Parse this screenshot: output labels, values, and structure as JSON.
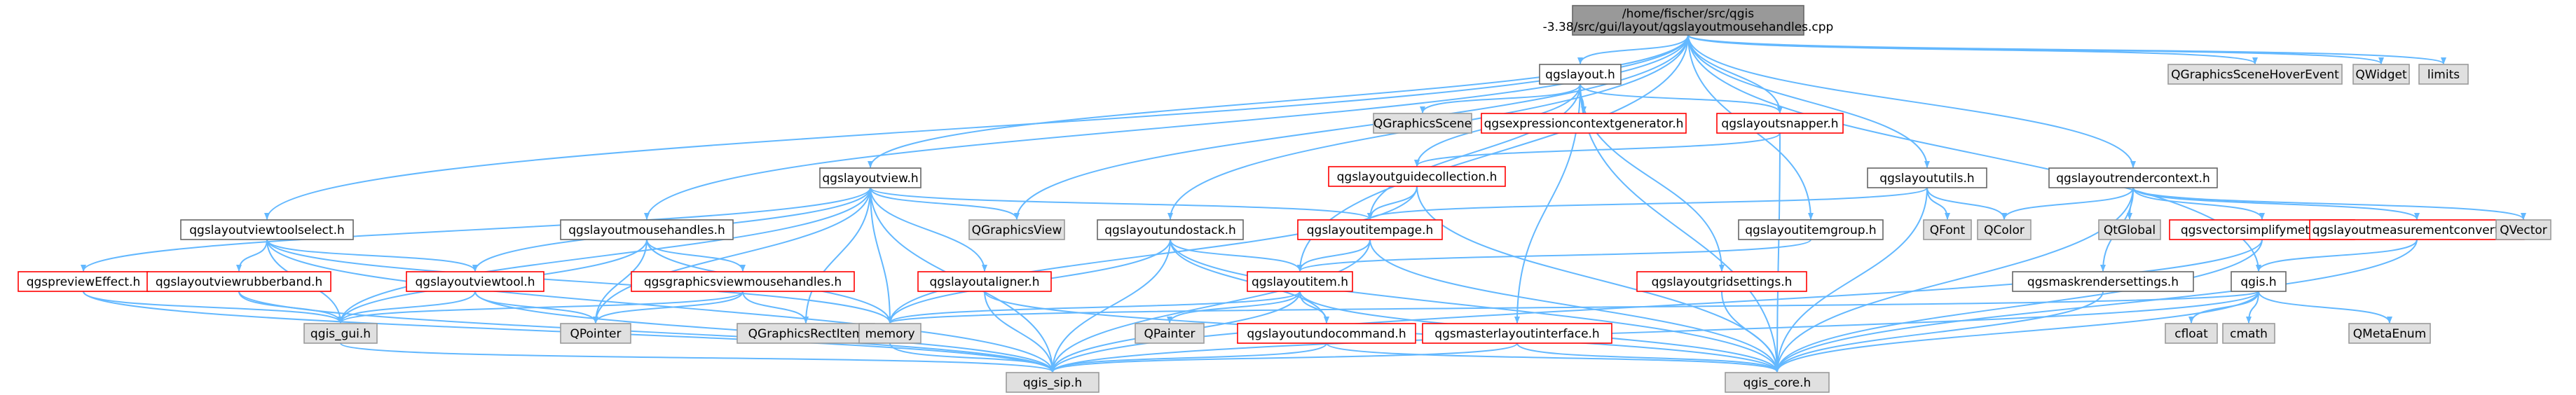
{
  "diagram": {
    "type": "include-dependency-graph",
    "root_label": [
      "/home/fischer/src/qgis",
      "-3.38/src/gui/layout/qgslayoutmousehandles.cpp"
    ],
    "colors": {
      "edge": "#63b8ff",
      "root_fill": "#999999",
      "node_border": "#666666",
      "undocumented_border": "#ff0000",
      "external_fill": "#e0e0e0"
    },
    "nodes": {
      "root": "/home/fischer/src/qgis-3.38/src/gui/layout/qgslayoutmousehandles.cpp",
      "qgslayout_h": "qgslayout.h",
      "qgsgraphicssceneHoverEvent": "QGraphicsSceneHoverEvent",
      "qwidget": "QWidget",
      "limits": "limits",
      "qgraphicsscene": "QGraphicsScene",
      "qgsexpressioncontextgenerator": "qgsexpressioncontextgenerator.h",
      "qgslayoutsnapper": "qgslayoutsnapper.h",
      "qgslayoutview": "qgslayoutview.h",
      "qgslayoutguidecollection": "qgslayoutguidecollection.h",
      "qgslayoututils": "qgslayoututils.h",
      "qgslayoutrendercontext": "qgslayoutrendercontext.h",
      "qgslayoutviewtoolselect": "qgslayoutviewtoolselect.h",
      "qgslayoutmousehandles_h": "qgslayoutmousehandles.h",
      "qgraphicsview": "QGraphicsView",
      "qgslayoutundostack": "qgslayoutundostack.h",
      "qgslayoutpage": "qgslayoutitempage.h",
      "qgslayoutitemgroup": "qgslayoutitemgroup.h",
      "qfont": "QFont",
      "qcolor": "QColor",
      "qtglobal": "QtGlobal",
      "qgsvectorsimplifymethod": "qgsvectorsimplifymethod.h",
      "qgslayoutmeasurementconverter": "qgslayoutmeasurementconverter.h",
      "qvector": "QVector",
      "qgspreviewEffect": "qgspreviewEffect.h",
      "qgslayoutviewrubberband": "qgslayoutviewrubberband.h",
      "qgslayoutviewtool": "qgslayoutviewtool.h",
      "qgsgraphicsviewmousehandles": "qgsgraphicsviewmousehandles.h",
      "qgslayoutaligner": "qgslayoutaligner.h",
      "qgslayoutitem": "qgslayoutitem.h",
      "qgslayoutgridsettings": "qgslayoutgridsettings.h",
      "qgsmaskrendersettings": "qgsmaskrendersettings.h",
      "qgis_h": "qgis.h",
      "qgis_gui": "qgis_gui.h",
      "qpointer": "QPointer",
      "qgraphicsrectitem": "QGraphicsRectItem",
      "memory": "memory",
      "qpainter": "QPainter",
      "qgslayoutundocommand": "qgslayoutundocommand.h",
      "qgsmasterlayoutinterface": "qgsmasterlayoutinterface.h",
      "cfloat": "cfloat",
      "cmath": "cmath",
      "qmetaenum": "QMetaEnum",
      "qgis_sip": "qgis_sip.h",
      "qgis_core": "qgis_core.h"
    }
  }
}
